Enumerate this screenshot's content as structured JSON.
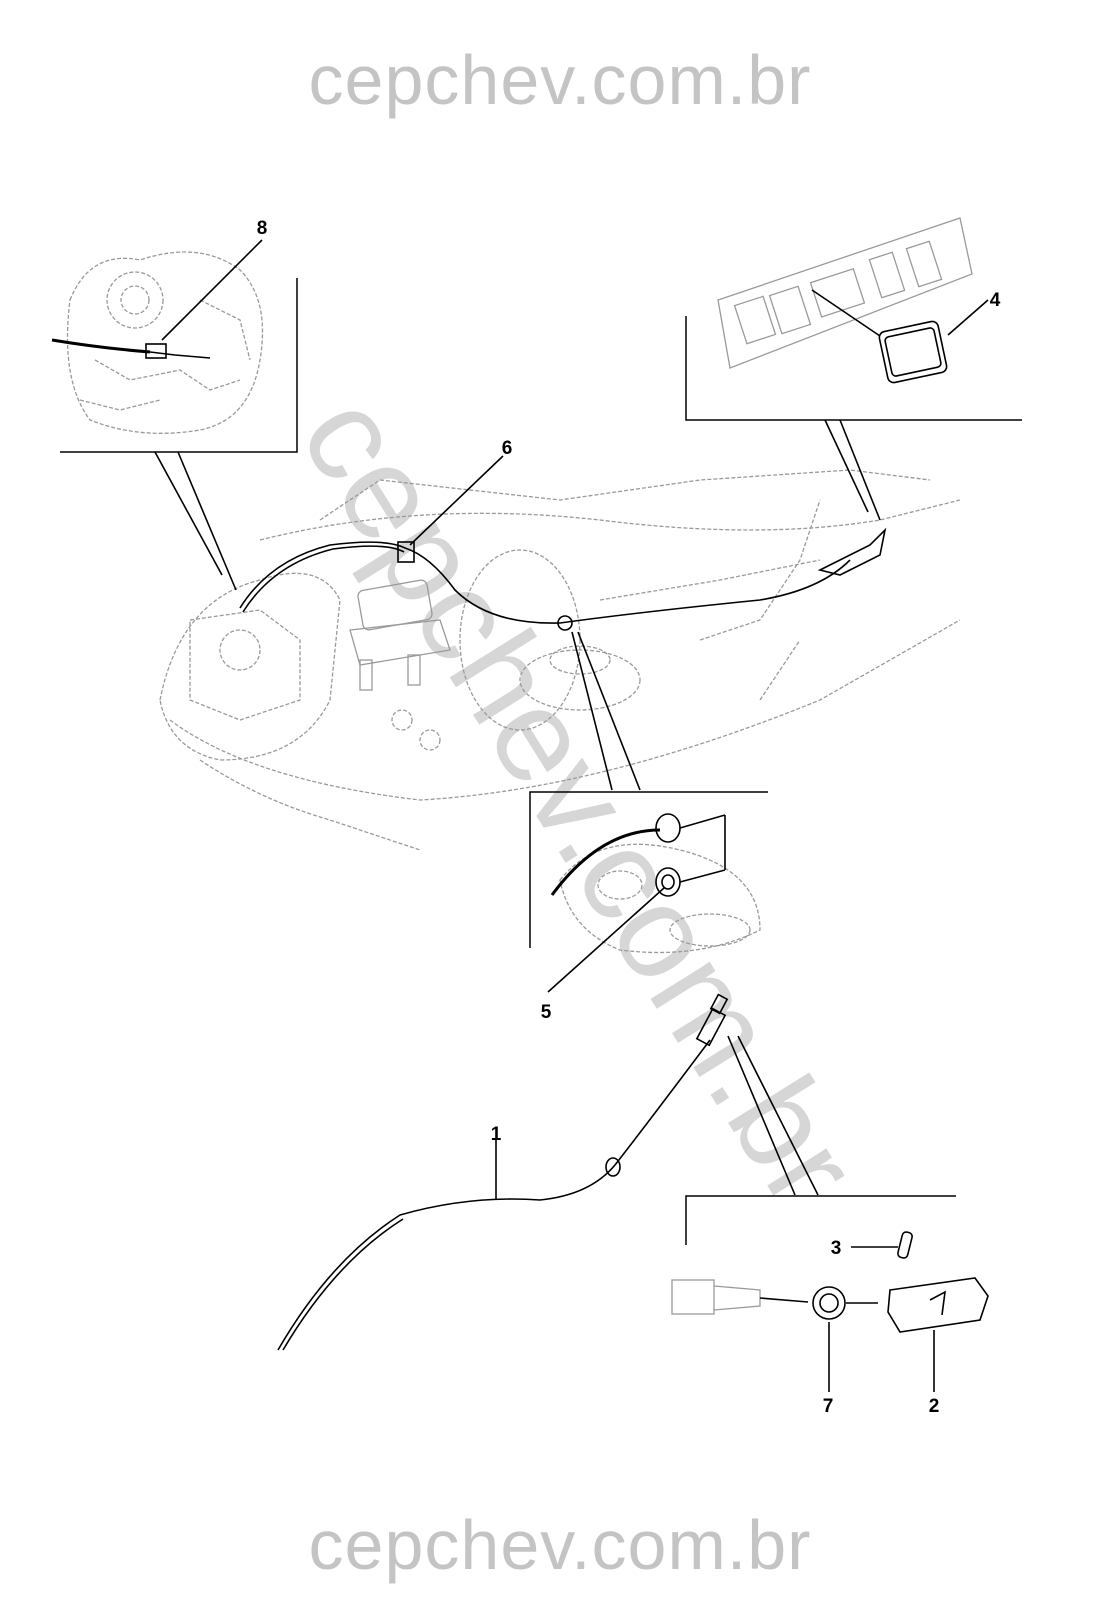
{
  "watermark": {
    "top": "cepchev.com.br",
    "bottom": "cepchev.com.br",
    "diagonal": "cepchev.com.br"
  },
  "callouts": [
    {
      "id": "1",
      "label": "1"
    },
    {
      "id": "2",
      "label": "2"
    },
    {
      "id": "3",
      "label": "3"
    },
    {
      "id": "4",
      "label": "4"
    },
    {
      "id": "5",
      "label": "5"
    },
    {
      "id": "6",
      "label": "6"
    },
    {
      "id": "7",
      "label": "7"
    },
    {
      "id": "8",
      "label": "8"
    }
  ]
}
